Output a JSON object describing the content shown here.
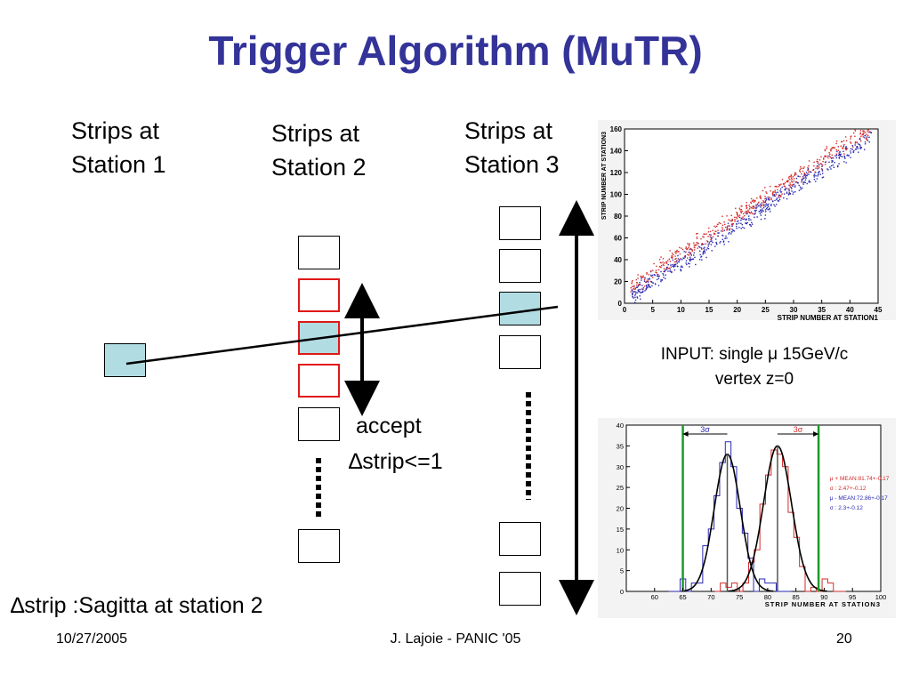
{
  "slide": {
    "title": "Trigger Algorithm (MuTR)",
    "station1_label_line1": "Strips at",
    "station1_label_line2": "Station 1",
    "station2_label_line1": "Strips at",
    "station2_label_line2": "Station 2",
    "station3_label_line1": "Strips at",
    "station3_label_line2": "Station 3",
    "accept_label": "accept",
    "dstrip_label": "∆strip<=1",
    "sagitta_label": "∆strip :Sagitta at station 2",
    "input_line1": "INPUT: single μ 15GeV/c",
    "input_line2": "vertex z=0"
  },
  "footer": {
    "date": "10/27/2005",
    "author": "J. Lajoie - PANIC '05",
    "page": "20"
  },
  "chart_data": [
    {
      "type": "scatter",
      "xlabel": "STRIP NUMBER AT STATION1",
      "ylabel": "STRIP NUMBER AT STATION3",
      "xlim": [
        0,
        45
      ],
      "ylim": [
        0,
        160
      ],
      "xticks": [
        "0",
        "5",
        "10",
        "15",
        "20",
        "25",
        "30",
        "35",
        "40",
        "45"
      ],
      "yticks": [
        "0",
        "20",
        "40",
        "60",
        "80",
        "100",
        "120",
        "140",
        "160"
      ],
      "series": [
        {
          "color": "#d42a2a",
          "approx_fit": {
            "slope": 3.45,
            "intercept": 12
          }
        },
        {
          "color": "#2a2ab4",
          "approx_fit": {
            "slope": 3.45,
            "intercept": 3
          }
        }
      ]
    },
    {
      "type": "line",
      "xlabel": "STRIP NUMBER AT STATION3",
      "xlim": [
        55,
        100
      ],
      "ylim": [
        0,
        40
      ],
      "xticks": [
        "60",
        "65",
        "70",
        "75",
        "80",
        "85",
        "90",
        "95",
        "100"
      ],
      "yticks": [
        "0",
        "5",
        "10",
        "15",
        "20",
        "25",
        "30",
        "35",
        "40"
      ],
      "cut_lines": [
        65,
        89
      ],
      "left_arrow_label": "3σ",
      "right_arrow_label": "3σ",
      "series": [
        {
          "color": "#2a2ab4",
          "mean": 72.86,
          "sigma": 2.3,
          "peak": 33
        },
        {
          "color": "#d42a2a",
          "mean": 81.74,
          "sigma": 2.47,
          "peak": 35
        }
      ],
      "stats": [
        {
          "label": "μ + MEAN:81.74+-0.17",
          "color": "#d42a2a"
        },
        {
          "label": "σ   : 2.47+-0.12",
          "color": "#d42a2a"
        },
        {
          "label": "μ - MEAN:72.86+-0.17",
          "color": "#2a2ab4"
        },
        {
          "label": "σ   : 2.3+-0.12",
          "color": "#2a2ab4"
        }
      ]
    }
  ]
}
